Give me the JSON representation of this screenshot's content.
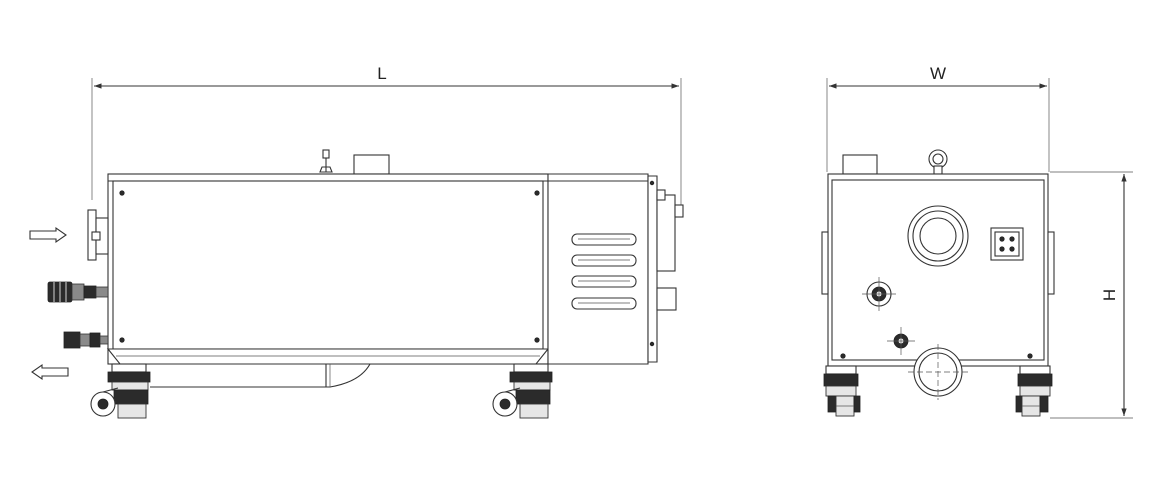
{
  "dimensions": {
    "length_label": "L",
    "width_label": "W",
    "height_label": "H"
  },
  "colors": {
    "line": "#333333",
    "background": "#ffffff"
  }
}
